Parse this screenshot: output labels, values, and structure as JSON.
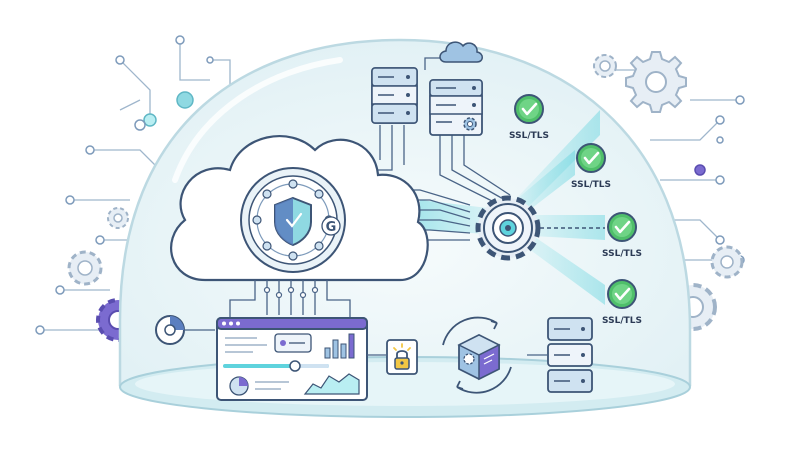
{
  "colors": {
    "outline": "#3d5576",
    "dome_fill": "#eaf5f8",
    "dome_edge": "#bcd9e2",
    "cyan": "#5fd3dd",
    "cyan_light": "#b9eef2",
    "green": "#4fbf6a",
    "purple": "#7b6bd0",
    "gear_grey": "#c9d6e2",
    "blue_soft": "#9fc3e3",
    "yellow": "#f2c744"
  },
  "icons": {
    "central_cloud": "cloud-icon",
    "shield": "shield-icon",
    "gear": "gear-icon",
    "server": "server-rack-icon",
    "padlock": "padlock-icon",
    "cube": "cube-icon",
    "check": "check-circle-icon",
    "dashboard": "dashboard-window-icon"
  },
  "central_badge": {
    "letter": "G"
  },
  "ssl_badges": [
    {
      "label": "SSL/TLS"
    },
    {
      "label": "SSL/TLS"
    },
    {
      "label": "SSL/TLS"
    },
    {
      "label": "SSL/TLS"
    }
  ]
}
